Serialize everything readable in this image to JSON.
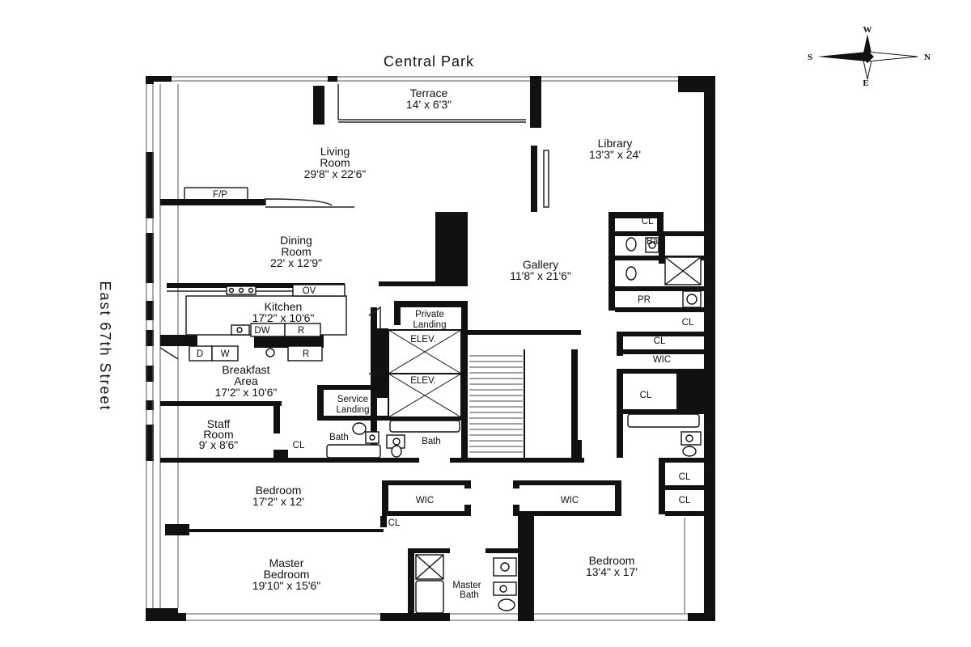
{
  "street_labels": {
    "top": "Central Park",
    "left": "East 67th Street"
  },
  "compass": {
    "w": "W",
    "s": "S",
    "n": "N",
    "e": "E"
  },
  "rooms": {
    "terrace": {
      "name": "Terrace",
      "size": "14' x 6'3\""
    },
    "library": {
      "name": "Library",
      "size": "13'3\" x 24'"
    },
    "living": {
      "name1": "Living",
      "name2": "Room",
      "size": "29'8\" x 22'6\""
    },
    "dining": {
      "name1": "Dining",
      "name2": "Room",
      "size": "22' x 12'9\""
    },
    "gallery": {
      "name": "Gallery",
      "size": "11'8\" x 21'6\""
    },
    "kitchen": {
      "name": "Kitchen",
      "size": "17'2\" x 10'6\""
    },
    "private_landing": {
      "name1": "Private",
      "name2": "Landing"
    },
    "breakfast": {
      "name1": "Breakfast",
      "name2": "Area",
      "size": "17'2\" x 10'6\""
    },
    "service_landing": {
      "name1": "Service",
      "name2": "Landing"
    },
    "staff": {
      "name1": "Staff",
      "name2": "Room",
      "size": "9' x 8'6\""
    },
    "bedroom1": {
      "name": "Bedroom",
      "size": "17'2\" x 12'"
    },
    "master_bedroom": {
      "name1": "Master",
      "name2": "Bedroom",
      "size": "19'10\" x 15'6\""
    },
    "master_bath": {
      "name1": "Master",
      "name2": "Bath"
    },
    "bedroom2": {
      "name": "Bedroom",
      "size": "13'4\" x 17'"
    }
  },
  "fixtures": {
    "fp": "F/P",
    "ov": "OV",
    "dw": "DW",
    "r1": "R",
    "d": "D",
    "w": "W",
    "r2": "R",
    "elev1": "ELEV.",
    "elev2": "ELEV.",
    "cl_library": "CL",
    "bath_library": "Bath",
    "pr": "PR",
    "cl_pr": "CL",
    "cl_right1": "CL",
    "wic_right": "WIC",
    "cl_right2": "CL",
    "bath_staff": "Bath",
    "bath_center": "Bath",
    "cl_staff": "CL",
    "wic_left": "WIC",
    "cl_bed1": "CL",
    "wic_center": "WIC",
    "cl_right3": "CL",
    "cl_right4": "CL"
  }
}
